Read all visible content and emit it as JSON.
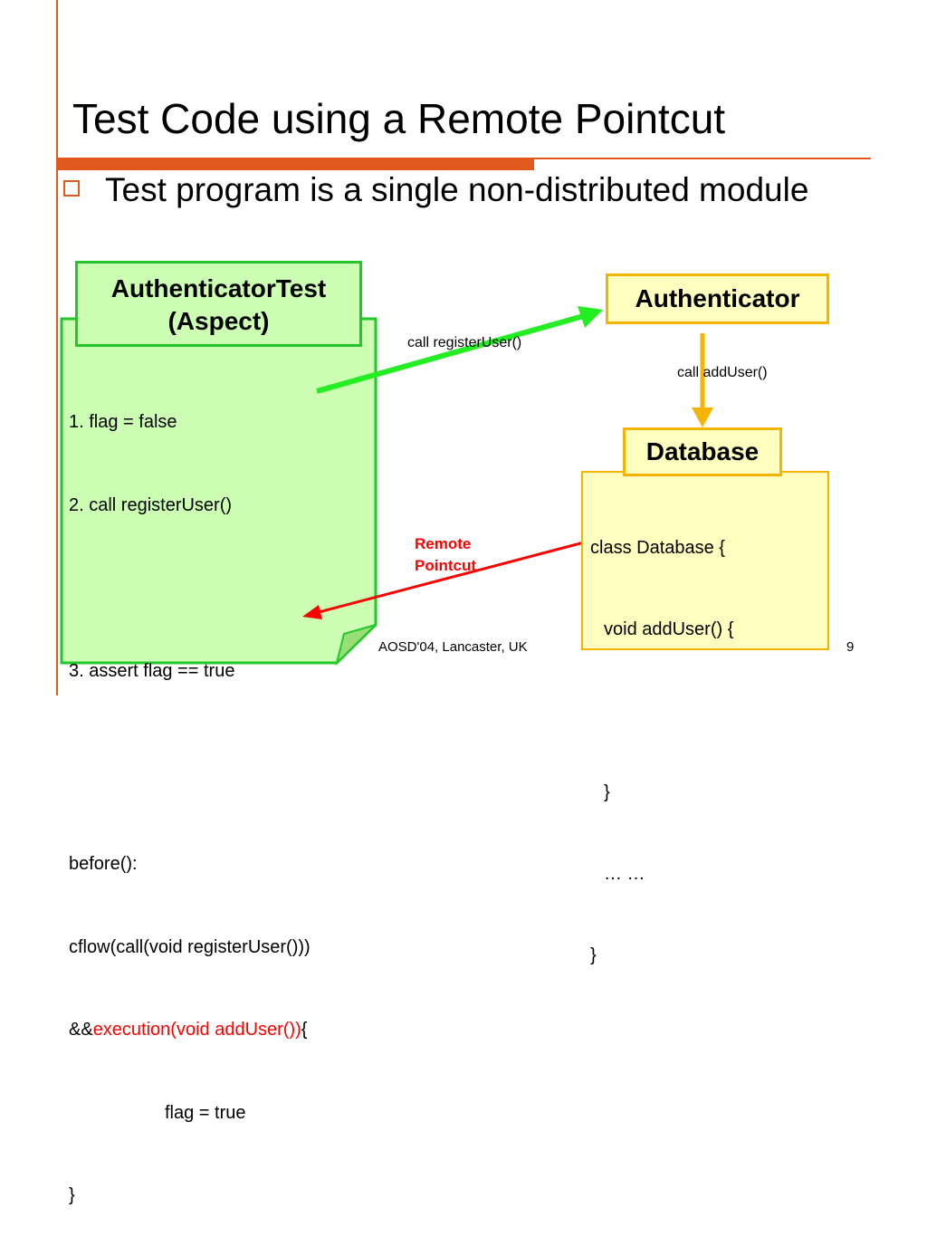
{
  "slide": {
    "title": "Test Code using a Remote Pointcut",
    "bullet": "Test program is a single non-distributed module",
    "footer_center": "AOSD'04, Lancaster, UK",
    "page_number": "9"
  },
  "aspect_box": {
    "line1": "AuthenticatorTest",
    "line2": "(Aspect)"
  },
  "aspect_code": {
    "line1": "1. flag = false",
    "line2": "2. call registerUser()",
    "line3": "3. assert flag == true",
    "line4": "before():",
    "line5": "cflow(call(void registerUser()))",
    "line6_prefix": "&&",
    "line6_red": "execution(void addUser())",
    "line6_suffix": "{",
    "line7": "flag = true",
    "line8": "}"
  },
  "authenticator_box": "Authenticator",
  "database_box": "Database",
  "database_code": {
    "line1": "class Database {",
    "line2": "void addUser() {",
    "line3": "}",
    "line4": "… …",
    "line5": "}"
  },
  "labels": {
    "call_register": "call registerUser()",
    "call_add": "call addUser()",
    "remote_line1": "Remote",
    "remote_line2": "Pointcut"
  },
  "colors": {
    "accent": "#e05a1e",
    "green_fill": "#ccffb3",
    "green_border": "#22c72a",
    "yellow_fill": "#ffffc0",
    "yellow_border": "#f5b400",
    "red": "#ff0000",
    "arrow_green": "#22ee22"
  }
}
